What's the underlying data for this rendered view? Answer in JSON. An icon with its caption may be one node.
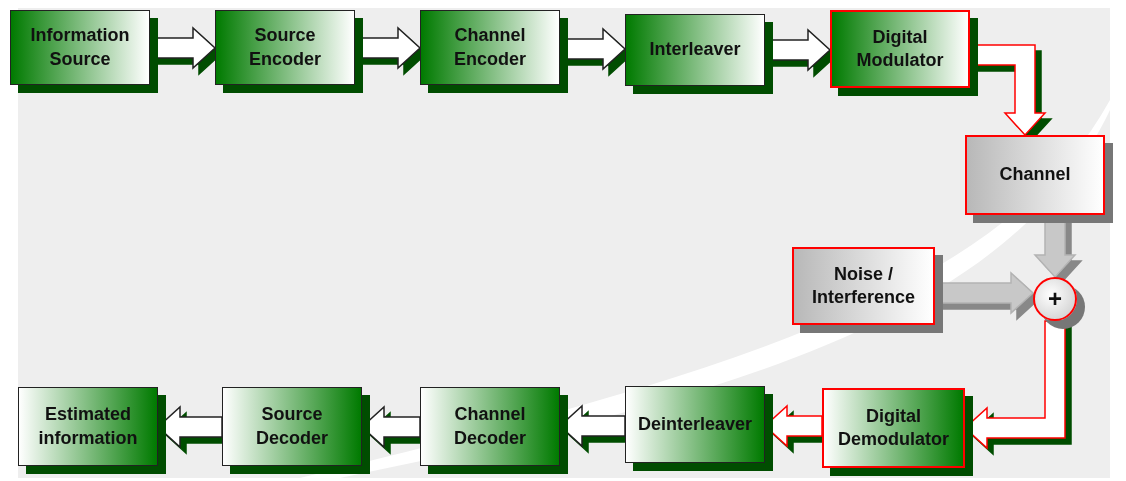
{
  "diagram": {
    "nodes": [
      {
        "text": [
          "Information Source"
        ]
      },
      {
        "text": [
          "Source Encoder"
        ]
      },
      {
        "text": [
          "Channel Encoder"
        ]
      },
      {
        "text": [
          "Interleaver"
        ]
      },
      {
        "text": [
          "Digital Modulator"
        ]
      },
      {
        "text": [
          "Channel"
        ]
      },
      {
        "text": [
          "Noise / Interference"
        ]
      },
      {
        "text": [
          "+"
        ]
      },
      {
        "text": [
          "Digital Demodulator"
        ]
      },
      {
        "text": [
          "Deinterleaver"
        ]
      },
      {
        "text": [
          "Channel Decoder"
        ]
      },
      {
        "text": [
          "Source Decoder"
        ]
      },
      {
        "text": [
          "Estimated information"
        ]
      }
    ],
    "edges": [
      {
        "from": 0,
        "to": 1,
        "arrow": "to"
      },
      {
        "from": 1,
        "to": 2,
        "arrow": "to"
      },
      {
        "from": 2,
        "to": 3,
        "arrow": "to"
      },
      {
        "from": 3,
        "to": 4,
        "arrow": "to"
      },
      {
        "from": 4,
        "to": 5,
        "arrow": "to",
        "color": "#ff0000"
      },
      {
        "from": 5,
        "to": 7,
        "arrow": "to",
        "color": "#b3b3b3"
      },
      {
        "from": 6,
        "to": 7,
        "arrow": "to",
        "color": "#b3b3b3"
      },
      {
        "from": 7,
        "to": 8,
        "arrow": "to",
        "color": "#ff0000"
      },
      {
        "from": 8,
        "to": 9,
        "arrow": "to",
        "color": "#ff0000"
      },
      {
        "from": 9,
        "to": 10,
        "arrow": "to"
      },
      {
        "from": 10,
        "to": 11,
        "arrow": "to"
      },
      {
        "from": 11,
        "to": 12,
        "arrow": "to"
      }
    ]
  }
}
